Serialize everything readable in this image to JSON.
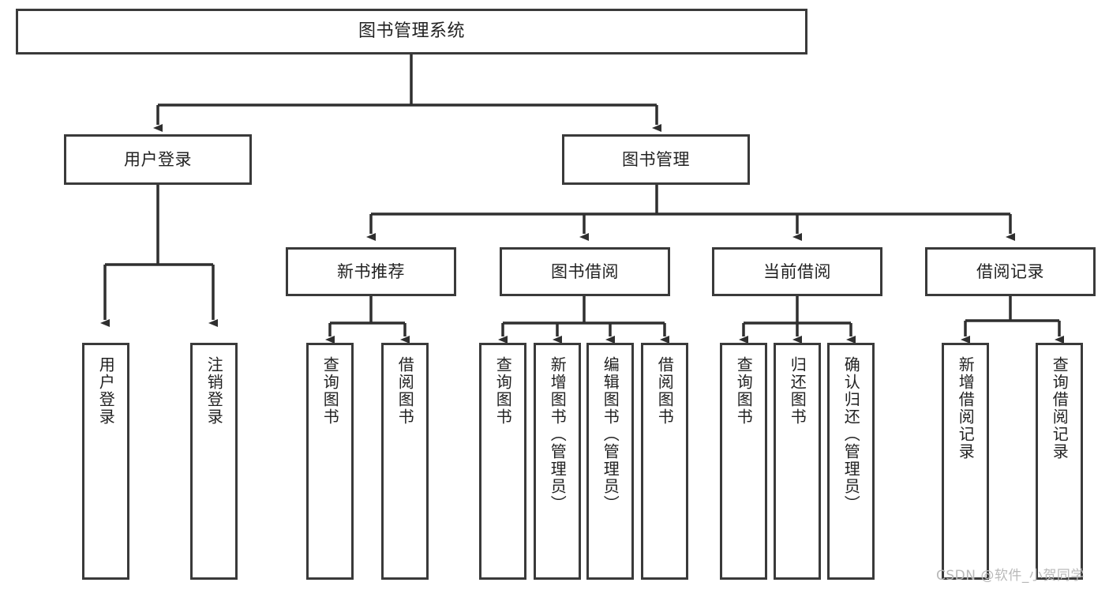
{
  "diagram": {
    "title": "图书管理系统",
    "type": "tree",
    "root": {
      "label": "图书管理系统"
    },
    "level2": [
      {
        "id": "user-login",
        "label": "用户登录"
      },
      {
        "id": "book-manage",
        "label": "图书管理"
      }
    ],
    "level3": [
      {
        "id": "new-book-recommend",
        "label": "新书推荐",
        "parent": "book-manage"
      },
      {
        "id": "book-borrow",
        "label": "图书借阅",
        "parent": "book-manage"
      },
      {
        "id": "current-borrow",
        "label": "当前借阅",
        "parent": "book-manage"
      },
      {
        "id": "borrow-record",
        "label": "借阅记录",
        "parent": "book-manage"
      }
    ],
    "leaves": [
      {
        "id": "leaf-user-login",
        "label": "用户登录",
        "parent": "user-login"
      },
      {
        "id": "leaf-logout-login",
        "label": "注销登录",
        "parent": "user-login"
      },
      {
        "id": "leaf-query-book-1",
        "label": "查询图书",
        "parent": "new-book-recommend"
      },
      {
        "id": "leaf-borrow-book-1",
        "label": "借阅图书",
        "parent": "new-book-recommend"
      },
      {
        "id": "leaf-query-book-2",
        "label": "查询图书",
        "parent": "book-borrow"
      },
      {
        "id": "leaf-add-book",
        "label": "新增图书（管理员）",
        "parent": "book-borrow"
      },
      {
        "id": "leaf-edit-book",
        "label": "编辑图书（管理员）",
        "parent": "book-borrow"
      },
      {
        "id": "leaf-borrow-book-2",
        "label": "借阅图书",
        "parent": "book-borrow"
      },
      {
        "id": "leaf-query-book-3",
        "label": "查询图书",
        "parent": "current-borrow"
      },
      {
        "id": "leaf-return-book",
        "label": "归还图书",
        "parent": "current-borrow"
      },
      {
        "id": "leaf-confirm-return",
        "label": "确认归还（管理员）",
        "parent": "current-borrow"
      },
      {
        "id": "leaf-add-record",
        "label": "新增借阅记录",
        "parent": "borrow-record"
      },
      {
        "id": "leaf-query-record",
        "label": "查询借阅记录",
        "parent": "borrow-record"
      }
    ],
    "colors": {
      "border": "#3a3a3a",
      "background": "#ffffff",
      "text": "#222222",
      "connector": "#2f2f2f",
      "watermark": "#b9b9b9"
    }
  },
  "watermark": {
    "text": "CSDN @软件_小贺同学"
  }
}
